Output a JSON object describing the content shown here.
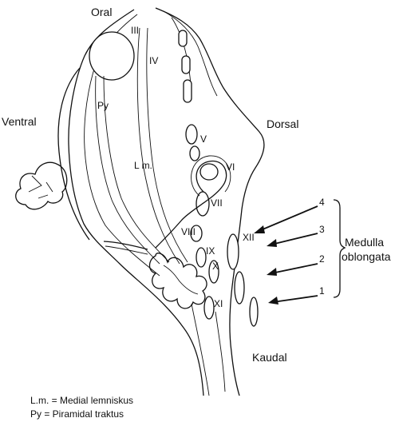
{
  "labels": {
    "oral": "Oral",
    "ventral": "Ventral",
    "dorsal": "Dorsal",
    "kaudal": "Kaudal",
    "py": "Py",
    "lm": "L m.",
    "medulla_line1": "Medulla",
    "medulla_line2": "oblongata"
  },
  "nerves": [
    "III",
    "IV",
    "V",
    "VI",
    "VII",
    "VIII",
    "IX",
    "X",
    "XI",
    "XII"
  ],
  "levels": [
    "4",
    "3",
    "2",
    "1"
  ],
  "legend": [
    "L.m. = Medial lemniskus",
    "Py = Piramidal traktus"
  ]
}
